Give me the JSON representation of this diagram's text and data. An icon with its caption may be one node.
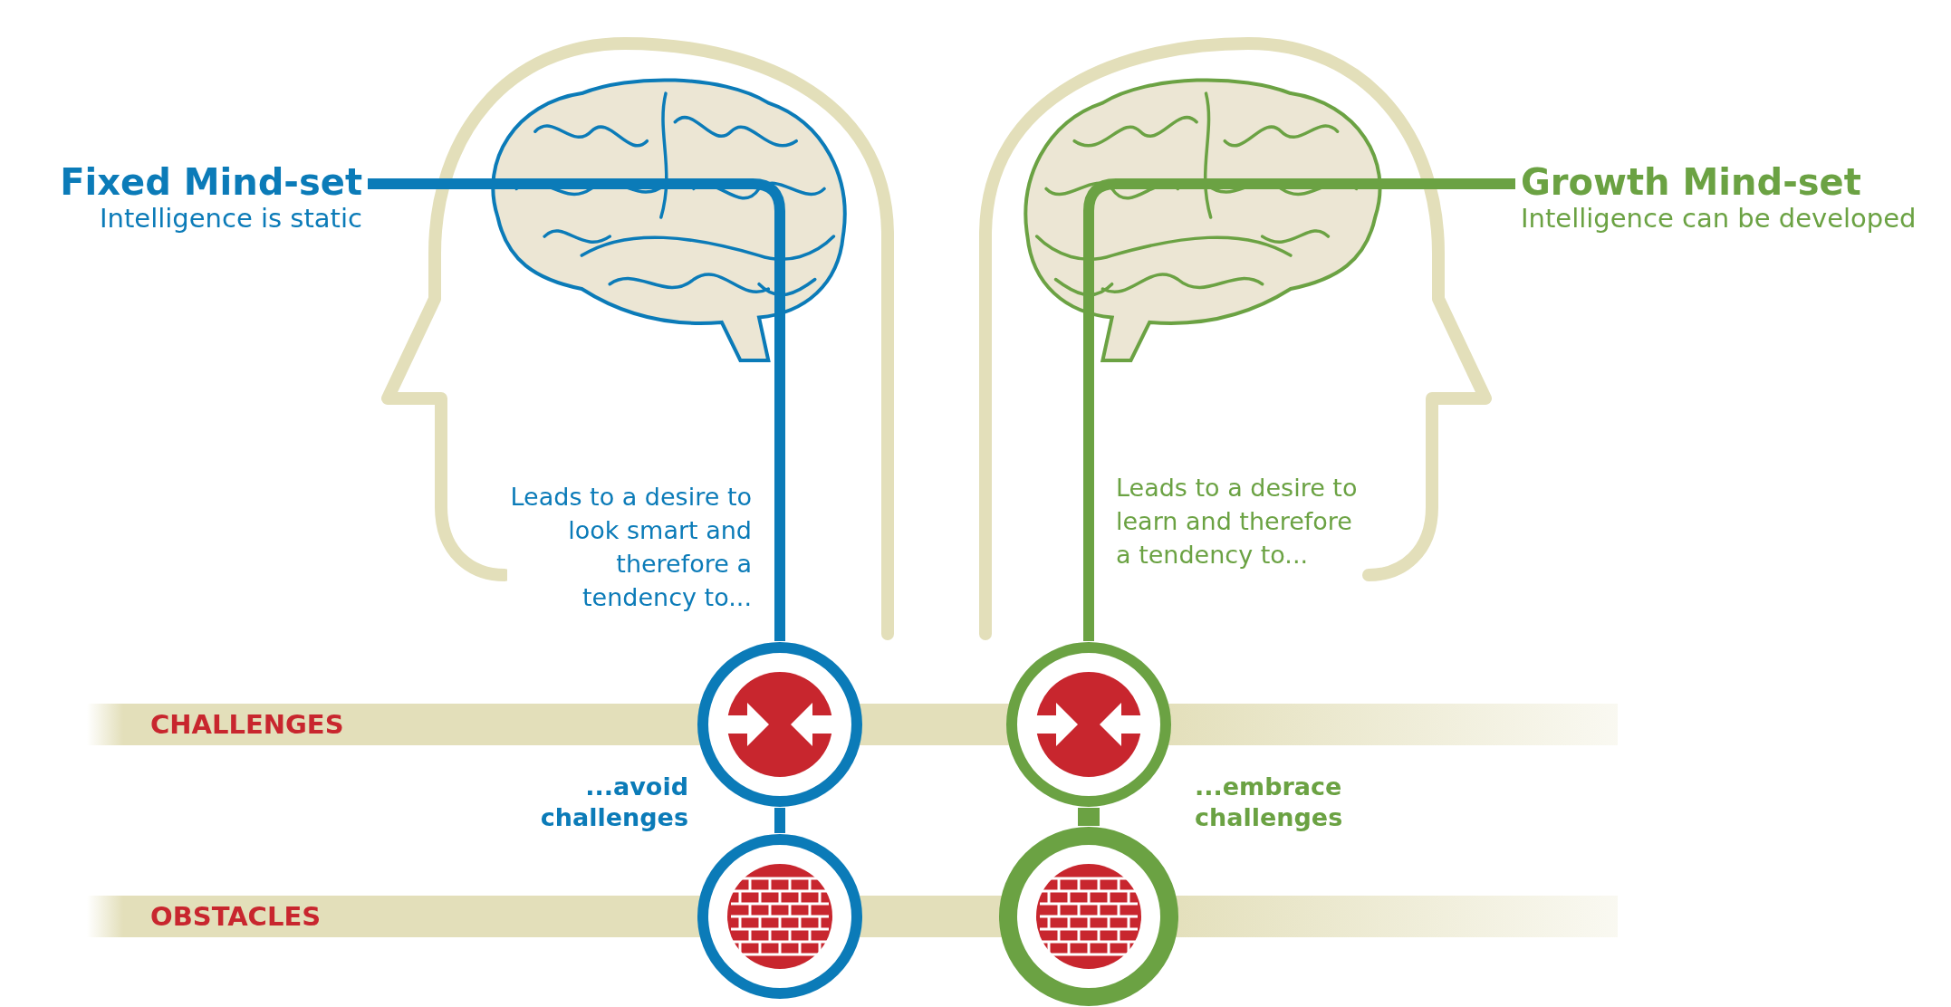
{
  "diagram": {
    "nodes": [
      {
        "text": [
          "Fixed Mind-set",
          "Intelligence is static"
        ]
      },
      {
        "text": [
          "Growth Mind-set",
          "Intelligence can be developed"
        ]
      },
      {
        "text": [
          "CHALLENGES"
        ]
      },
      {
        "text": [
          "OBSTACLES"
        ]
      },
      {
        "text": [],
        "shape": "circle",
        "beside": [
          "...avoid challenges"
        ]
      },
      {
        "text": [],
        "shape": "circle",
        "beside": [
          "...embrace challenges"
        ]
      },
      {
        "text": [],
        "shape": "circle"
      },
      {
        "text": [],
        "shape": "circle"
      }
    ],
    "edges": [
      {
        "from": 0,
        "to": 4,
        "arrow": "none",
        "label": "Leads to a desire to look smart and therefore a tendency to...",
        "color": "#0b7bb8"
      },
      {
        "from": 4,
        "to": 6,
        "arrow": "none",
        "color": "#0b7bb8"
      },
      {
        "from": 1,
        "to": 5,
        "arrow": "none",
        "label": "Leads to a desire to learn and therefore a tendency to...",
        "color": "#6ba243"
      },
      {
        "from": 5,
        "to": 7,
        "arrow": "none",
        "style": "thick",
        "color": "#6ba243"
      }
    ]
  }
}
